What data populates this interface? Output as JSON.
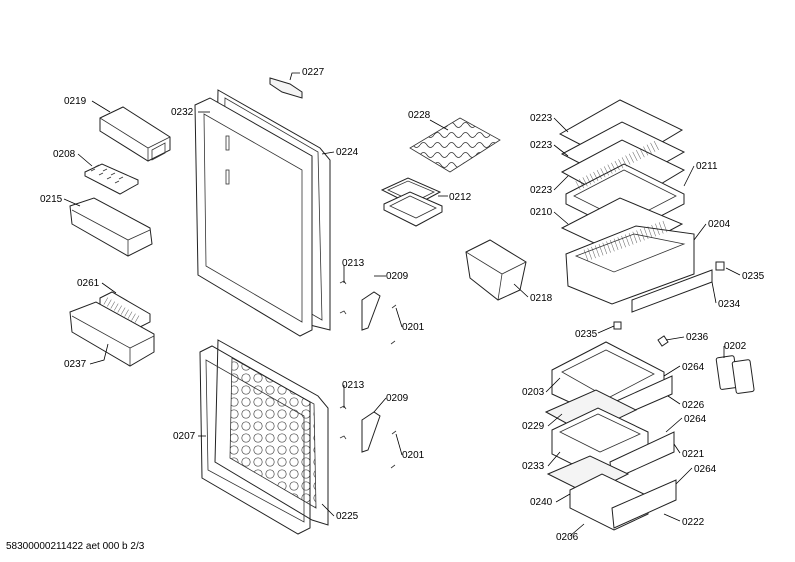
{
  "document_id": "58300000211422 aet 000 b 2/3",
  "callouts": [
    {
      "id": "l0227",
      "text": "0227"
    },
    {
      "id": "l0219",
      "text": "0219"
    },
    {
      "id": "l0232",
      "text": "0232"
    },
    {
      "id": "l0224",
      "text": "0224"
    },
    {
      "id": "l0208",
      "text": "0208"
    },
    {
      "id": "l0215",
      "text": "0215"
    },
    {
      "id": "l0261",
      "text": "0261"
    },
    {
      "id": "l0237",
      "text": "0237"
    },
    {
      "id": "l0213a",
      "text": "0213"
    },
    {
      "id": "l0209a",
      "text": "0209"
    },
    {
      "id": "l0201a",
      "text": "0201"
    },
    {
      "id": "l0207",
      "text": "0207"
    },
    {
      "id": "l0213b",
      "text": "0213"
    },
    {
      "id": "l0209b",
      "text": "0209"
    },
    {
      "id": "l0201b",
      "text": "0201"
    },
    {
      "id": "l0225",
      "text": "0225"
    },
    {
      "id": "l0228",
      "text": "0228"
    },
    {
      "id": "l0212",
      "text": "0212"
    },
    {
      "id": "l0218",
      "text": "0218"
    },
    {
      "id": "l0223a",
      "text": "0223"
    },
    {
      "id": "l0223b",
      "text": "0223"
    },
    {
      "id": "l0223c",
      "text": "0223"
    },
    {
      "id": "l0211",
      "text": "0211"
    },
    {
      "id": "l0210",
      "text": "0210"
    },
    {
      "id": "l0204",
      "text": "0204"
    },
    {
      "id": "l0235a",
      "text": "0235"
    },
    {
      "id": "l0234",
      "text": "0234"
    },
    {
      "id": "l0235b",
      "text": "0235"
    },
    {
      "id": "l0236",
      "text": "0236"
    },
    {
      "id": "l0202",
      "text": "0202"
    },
    {
      "id": "l0203",
      "text": "0203"
    },
    {
      "id": "l0264a",
      "text": "0264"
    },
    {
      "id": "l0226",
      "text": "0226"
    },
    {
      "id": "l0229",
      "text": "0229"
    },
    {
      "id": "l0264b",
      "text": "0264"
    },
    {
      "id": "l0233",
      "text": "0233"
    },
    {
      "id": "l0221",
      "text": "0221"
    },
    {
      "id": "l0264c",
      "text": "0264"
    },
    {
      "id": "l0240",
      "text": "0240"
    },
    {
      "id": "l0206",
      "text": "0206"
    },
    {
      "id": "l0222",
      "text": "0222"
    }
  ]
}
